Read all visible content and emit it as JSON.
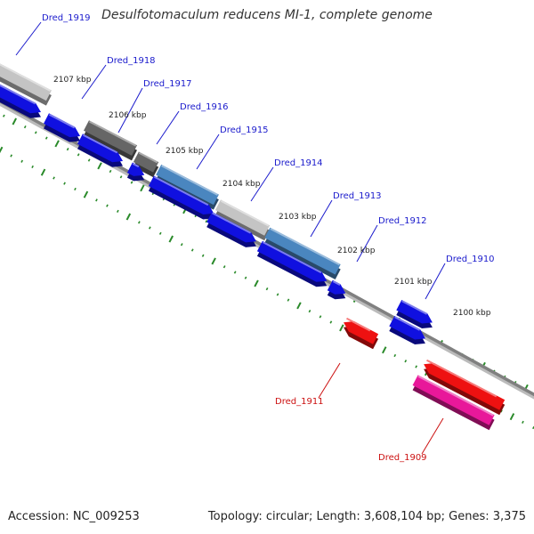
{
  "title": "Desulfotomaculum reducens MI-1, complete genome",
  "accession": "Accession: NC_009253",
  "topology": "Topology: circular; Length: 3,608,104 bp; Genes: 3,375",
  "colors": {
    "backbone": "#808080",
    "tick": "#2a8a2a",
    "forward_gene": "#1010e0",
    "reverse_gene": "#ee1111",
    "pink_gene": "#e8189a",
    "dark_gray_feature": "#666666",
    "light_gray_feature": "#c4c4c4",
    "steel_blue_feature": "#4a86bf",
    "forward_label": "#1a1acc",
    "reverse_label": "#cc1111"
  },
  "scale_labels": [
    {
      "text": "2107 kbp",
      "kbp": 2107
    },
    {
      "text": "2106 kbp",
      "kbp": 2106
    },
    {
      "text": "2105 kbp",
      "kbp": 2105
    },
    {
      "text": "2104 kbp",
      "kbp": 2104
    },
    {
      "text": "2103 kbp",
      "kbp": 2103
    },
    {
      "text": "2102 kbp",
      "kbp": 2102
    },
    {
      "text": "2101 kbp",
      "kbp": 2101
    },
    {
      "text": "2100 kbp",
      "kbp": 2100
    }
  ],
  "gene_labels": [
    {
      "text": "Dred_1919",
      "strand": "forward"
    },
    {
      "text": "Dred_1918",
      "strand": "forward"
    },
    {
      "text": "Dred_1917",
      "strand": "forward"
    },
    {
      "text": "Dred_1916",
      "strand": "forward"
    },
    {
      "text": "Dred_1915",
      "strand": "forward"
    },
    {
      "text": "Dred_1914",
      "strand": "forward"
    },
    {
      "text": "Dred_1913",
      "strand": "forward"
    },
    {
      "text": "Dred_1912",
      "strand": "forward"
    },
    {
      "text": "Dred_1910",
      "strand": "forward"
    },
    {
      "text": "Dred_1911",
      "strand": "reverse"
    },
    {
      "text": "Dred_1909",
      "strand": "reverse"
    }
  ]
}
